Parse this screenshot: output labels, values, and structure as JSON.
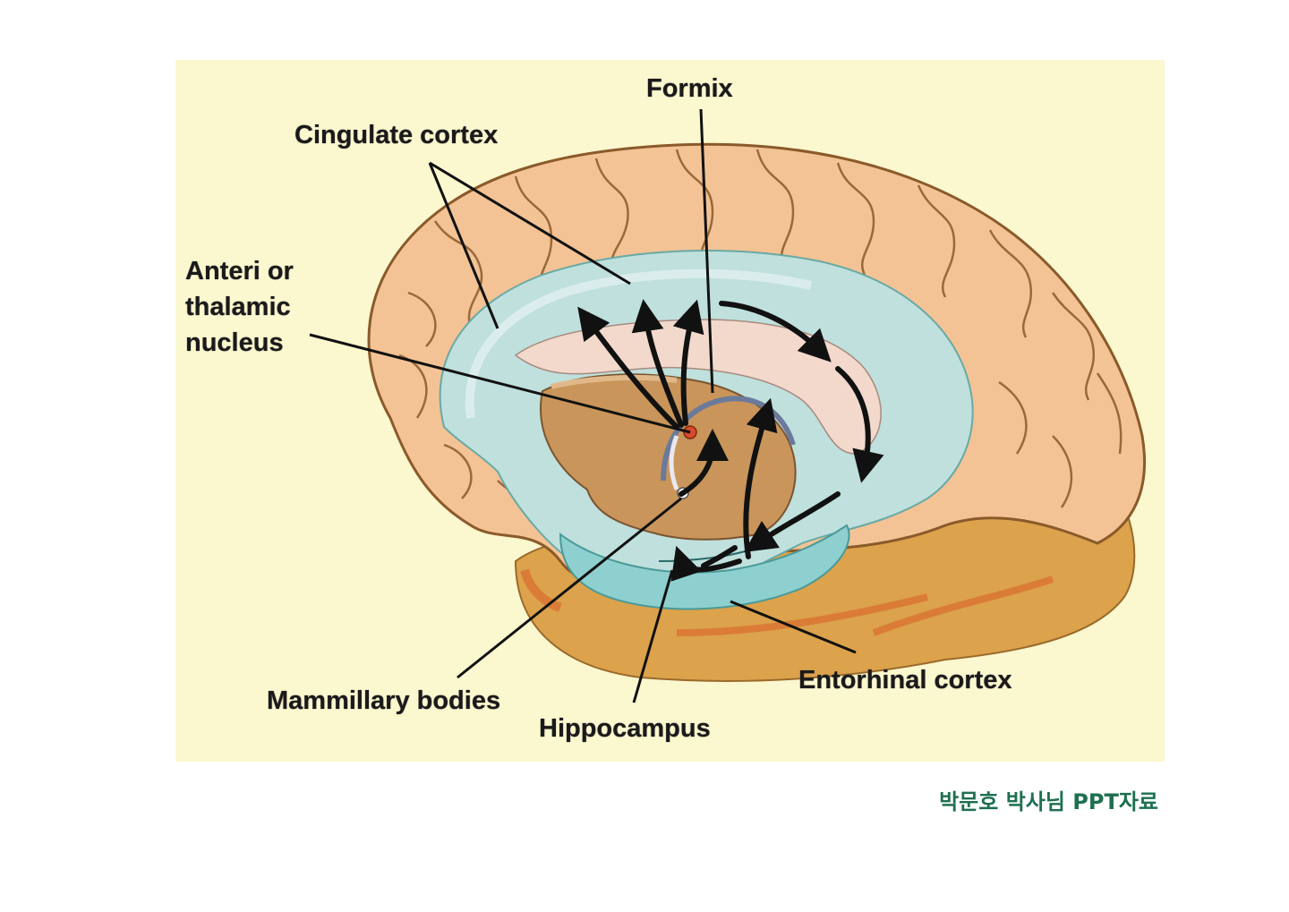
{
  "diagram": {
    "labels": {
      "formix": "Formix",
      "cingulate_cortex": "Cingulate cortex",
      "anterior_line1": "Anteri or",
      "anterior_line2": "thalamic",
      "anterior_line3": "nucleus",
      "mammillary_bodies": "Mammillary bodies",
      "hippocampus": "Hippocampus",
      "entorhinal_cortex": "Entorhinal cortex"
    },
    "colors": {
      "background": "#fbf7cf",
      "cortex": "#f3c395",
      "cingulate": "#bfe0dc",
      "thalamus": "#c9955a",
      "corpus_callosum": "#f2d9cc",
      "entorhinal": "#d9a24a",
      "arrows": "#111111"
    }
  },
  "footer": {
    "caption": "박문호 박사님 PPT자료"
  }
}
